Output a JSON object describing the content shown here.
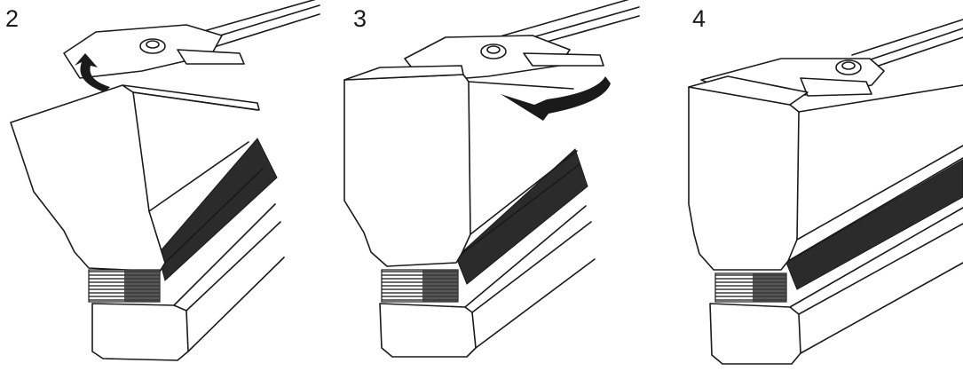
{
  "steps": [
    {
      "number": "2"
    },
    {
      "number": "3"
    },
    {
      "number": "4"
    }
  ],
  "colors": {
    "line": "#1a1a1a",
    "fabric": "#2b2b2b",
    "background": "#ffffff"
  }
}
